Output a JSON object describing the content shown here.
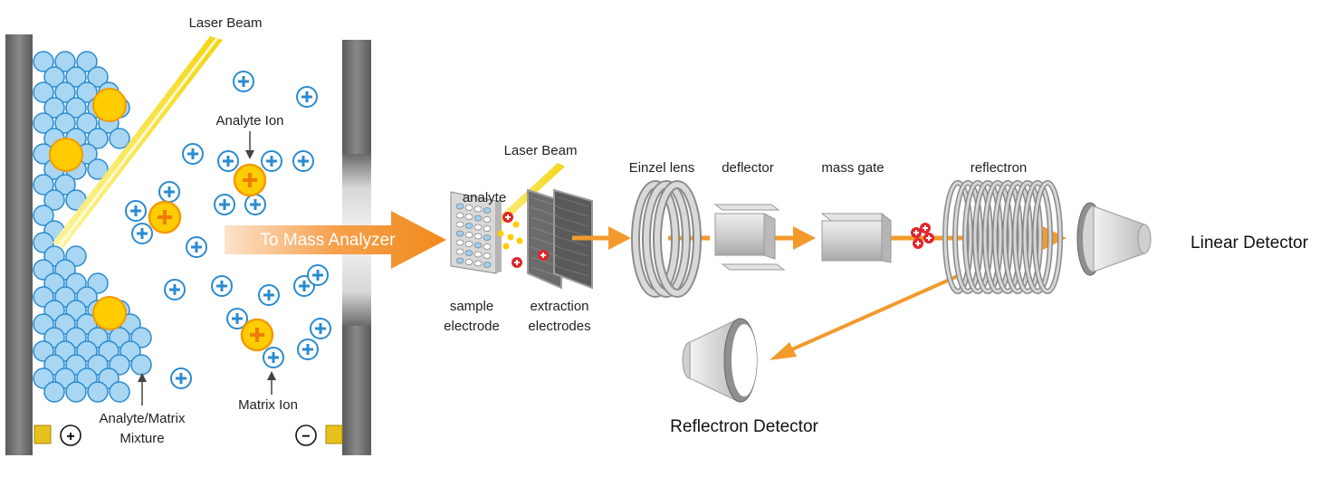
{
  "left_panel": {
    "laser_beam_label": "Laser Beam",
    "analyte_ion_label": "Analyte Ion",
    "matrix_ion_label": "Matrix Ion",
    "mixture_label_line1": "Analyte/Matrix",
    "mixture_label_line2": "Mixture",
    "arrow_label": "To Mass Analyzer",
    "anode_symbol": "+",
    "cathode_symbol": "−"
  },
  "instrument": {
    "laser_beam_label": "Laser Beam",
    "analyte_label": "analyte",
    "sample_electrode_line1": "sample",
    "sample_electrode_line2": "electrode",
    "extraction_electrodes_line1": "extraction",
    "extraction_electrodes_line2": "electrodes",
    "einzel_lens_label": "Einzel lens",
    "deflector_label": "deflector",
    "mass_gate_label": "mass gate",
    "reflectron_label": "reflectron",
    "linear_detector_label": "Linear Detector",
    "reflectron_detector_label": "Reflectron Detector"
  },
  "colors": {
    "matrix_fill": "#a9d6f2",
    "matrix_stroke": "#2a8bd0",
    "analyte_fill": "#ffcc00",
    "analyte_stroke": "#f29a00",
    "ion_path": "#f39a2c",
    "plate": "#666666",
    "positive_ion": "#e0252a"
  }
}
